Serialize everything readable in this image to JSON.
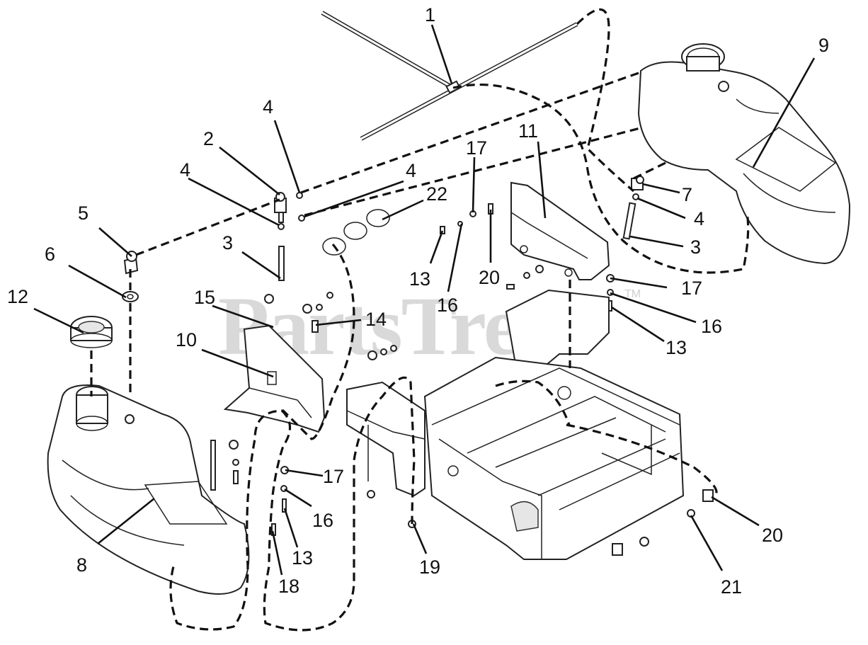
{
  "watermark": {
    "text": "PartsTree",
    "mark": "TM"
  },
  "callouts": [
    {
      "id": "c1",
      "label": "1"
    },
    {
      "id": "c2",
      "label": "2"
    },
    {
      "id": "c3a",
      "label": "3"
    },
    {
      "id": "c3b",
      "label": "3"
    },
    {
      "id": "c4a",
      "label": "4"
    },
    {
      "id": "c4b",
      "label": "4"
    },
    {
      "id": "c4c",
      "label": "4"
    },
    {
      "id": "c4d",
      "label": "4"
    },
    {
      "id": "c5",
      "label": "5"
    },
    {
      "id": "c6",
      "label": "6"
    },
    {
      "id": "c7",
      "label": "7"
    },
    {
      "id": "c8",
      "label": "8"
    },
    {
      "id": "c9",
      "label": "9"
    },
    {
      "id": "c10",
      "label": "10"
    },
    {
      "id": "c11",
      "label": "11"
    },
    {
      "id": "c12",
      "label": "12"
    },
    {
      "id": "c13a",
      "label": "13"
    },
    {
      "id": "c13b",
      "label": "13"
    },
    {
      "id": "c13c",
      "label": "13"
    },
    {
      "id": "c14",
      "label": "14"
    },
    {
      "id": "c15",
      "label": "15"
    },
    {
      "id": "c16a",
      "label": "16"
    },
    {
      "id": "c16b",
      "label": "16"
    },
    {
      "id": "c16c",
      "label": "16"
    },
    {
      "id": "c17a",
      "label": "17"
    },
    {
      "id": "c17b",
      "label": "17"
    },
    {
      "id": "c17c",
      "label": "17"
    },
    {
      "id": "c18",
      "label": "18"
    },
    {
      "id": "c19",
      "label": "19"
    },
    {
      "id": "c20a",
      "label": "20"
    },
    {
      "id": "c20b",
      "label": "20"
    },
    {
      "id": "c21",
      "label": "21"
    },
    {
      "id": "c22",
      "label": "22"
    }
  ]
}
